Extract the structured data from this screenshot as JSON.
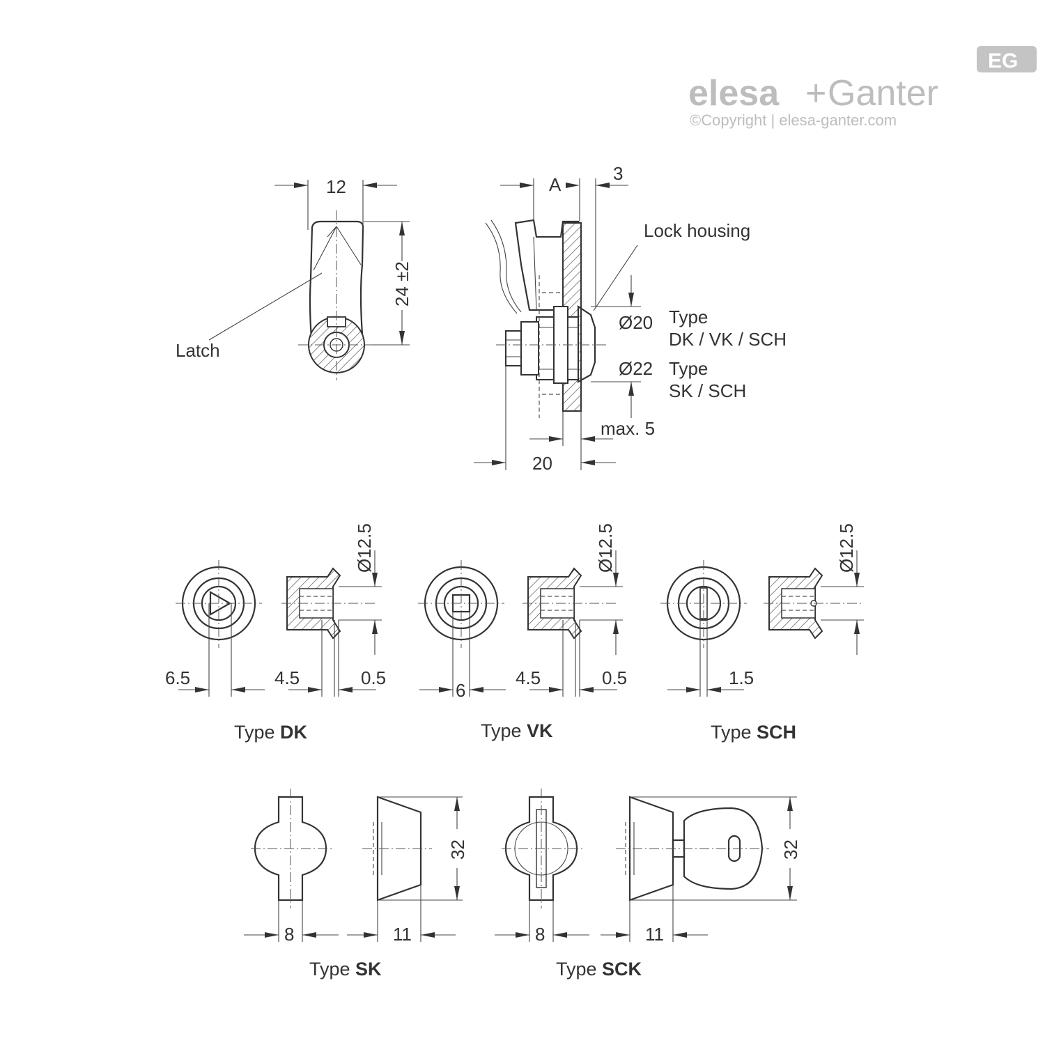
{
  "brand": {
    "logo_text_1": "elesa",
    "logo_plus": "+",
    "logo_text_2": "Ganter",
    "badge": "EG",
    "copyright": "©Copyright | elesa-ganter.com"
  },
  "labels": {
    "latch": "Latch",
    "lock_housing": "Lock housing",
    "d20": "Ø20",
    "d20_type_1": "Type",
    "d20_type_2": "DK / VK / SCH",
    "d22": "Ø22",
    "d22_type_1": "Type",
    "d22_type_2": "SK / SCH"
  },
  "dimensions": {
    "latch_width": "12",
    "latch_length": "24 ±2",
    "a": "A",
    "three": "3",
    "max5": "max. 5",
    "twenty": "20"
  },
  "types": {
    "dk": {
      "prefix": "Type ",
      "name": "DK",
      "d": "Ø12.5",
      "w": "6.5",
      "h": "4.5",
      "g": "0.5"
    },
    "vk": {
      "prefix": "Type ",
      "name": "VK",
      "d": "Ø12.5",
      "w": "6",
      "h": "4.5",
      "g": "0.5"
    },
    "sch": {
      "prefix": "Type ",
      "name": "SCH",
      "d": "Ø12.5",
      "w": "1.5"
    },
    "sk": {
      "prefix": "Type ",
      "name": "SK",
      "w": "8",
      "l": "11",
      "h": "32"
    },
    "sck": {
      "prefix": "Type ",
      "name": "SCK",
      "w": "8",
      "l": "11",
      "h": "32"
    }
  }
}
